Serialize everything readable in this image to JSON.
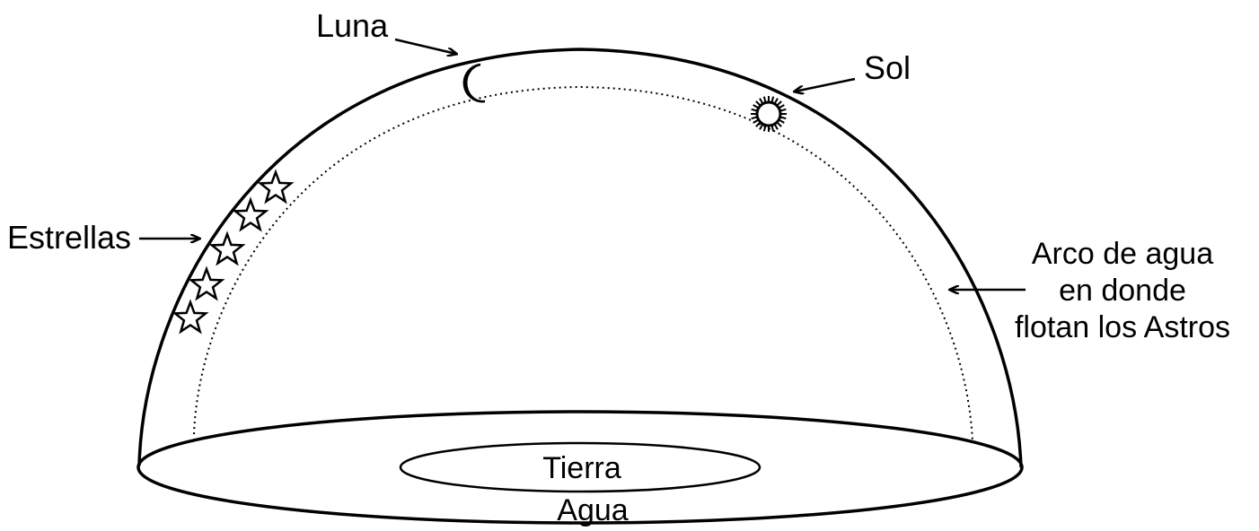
{
  "labels": {
    "moon": "Luna",
    "sun": "Sol",
    "stars": "Estrellas",
    "water_arc": [
      "Arco de agua",
      "en donde",
      "flotan los Astros"
    ],
    "earth": "Tierra",
    "water": "Agua"
  },
  "icons": [
    "moon-icon",
    "sun-icon",
    "star-icon"
  ],
  "star_count": 5
}
